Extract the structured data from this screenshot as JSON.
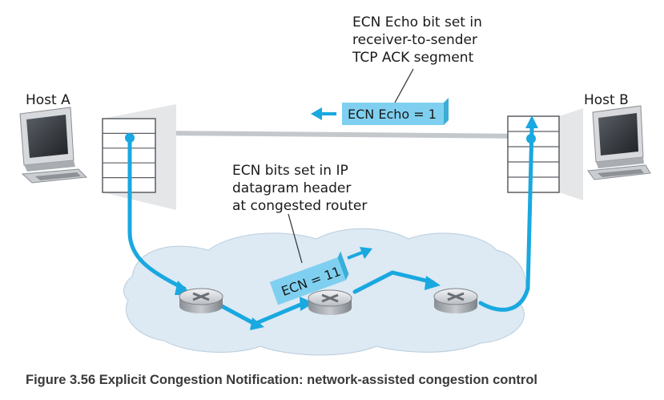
{
  "labels": {
    "host_a": "Host A",
    "host_b": "Host B",
    "echo_note": [
      "ECN Echo bit set in",
      "receiver-to-sender",
      "TCP ACK segment"
    ],
    "ecn_note": [
      "ECN bits set in IP",
      "datagram header",
      "at congested router"
    ],
    "echo_tag": "ECN Echo = 1",
    "ecn_tag": "ECN = 11"
  },
  "caption": "Figure 3.56 Explicit Congestion Notification: network-assisted congestion control",
  "colors": {
    "flow": "#19a8e0",
    "tag_fill": "#7fd0f0",
    "tag_side": "#3aaed8",
    "cloud": "#dde9f3",
    "ack_line": "#c4c8cc"
  }
}
